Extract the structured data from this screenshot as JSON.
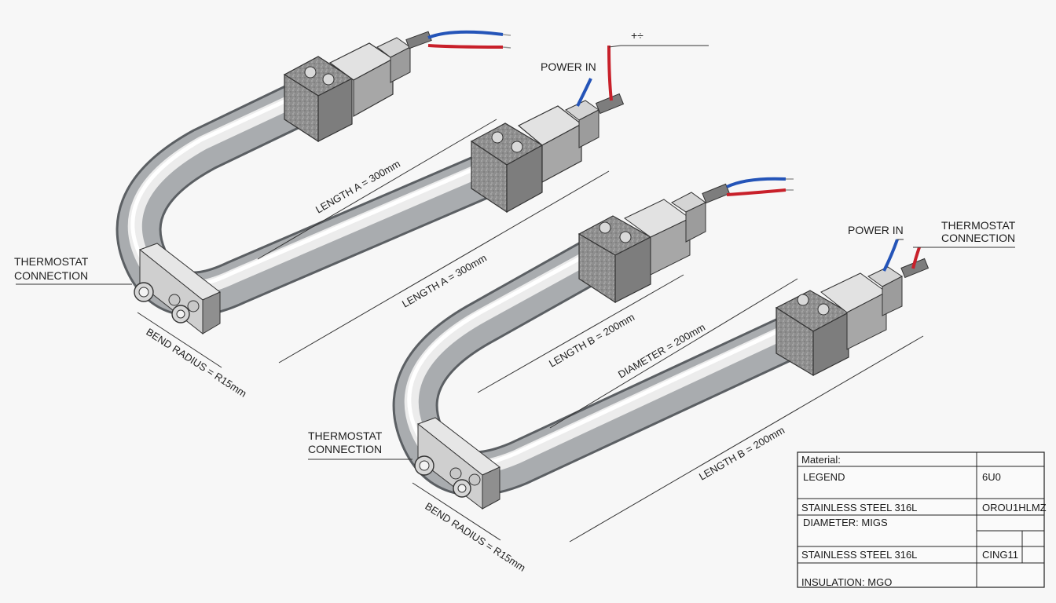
{
  "colors": {
    "background": "#f7f7f7",
    "tube_light": "#f2f2f2",
    "tube_mid": "#b5b8bb",
    "tube_dark": "#6e7275",
    "wire_blue": "#2454b8",
    "wire_red": "#c8202a",
    "insulator": "#9c9c9c"
  },
  "top_note": "+÷",
  "element1": {
    "power_in": "POWER IN",
    "thermostat_label_line1": "THERMOSTAT",
    "thermostat_label_line2": "CONNECTION",
    "length_a_inner": "LENGTH A = 300mm",
    "length_a_outer": "LENGTH A = 300mm",
    "bend_radius": "BEND RADIUS = R15mm"
  },
  "element2": {
    "power_in": "POWER IN",
    "thermostat_right_line1": "THERMOSTAT",
    "thermostat_right_line2": "CONNECTION",
    "thermostat_left_line1": "THERMOSTAT",
    "thermostat_left_line2": "CONNECTION",
    "length_b_inner": "LENGTH B = 200mm",
    "diameter": "DIAMETER = 200mm",
    "length_b_outer": "LENGTH B = 200mm",
    "bend_radius": "BEND RADIUS = R15mm"
  },
  "table": {
    "material": "Material:",
    "legend": "LEGEND",
    "legend_val": "6U0",
    "row1": "STAINLESS STEEL 316L",
    "row1_val": "OROU1HLMZ",
    "diameter": "DIAMETER: MIGS",
    "row2": "STAINLESS STEEL 316L",
    "row2_val": "CING11",
    "insulation": "INSULATION: MGO"
  }
}
